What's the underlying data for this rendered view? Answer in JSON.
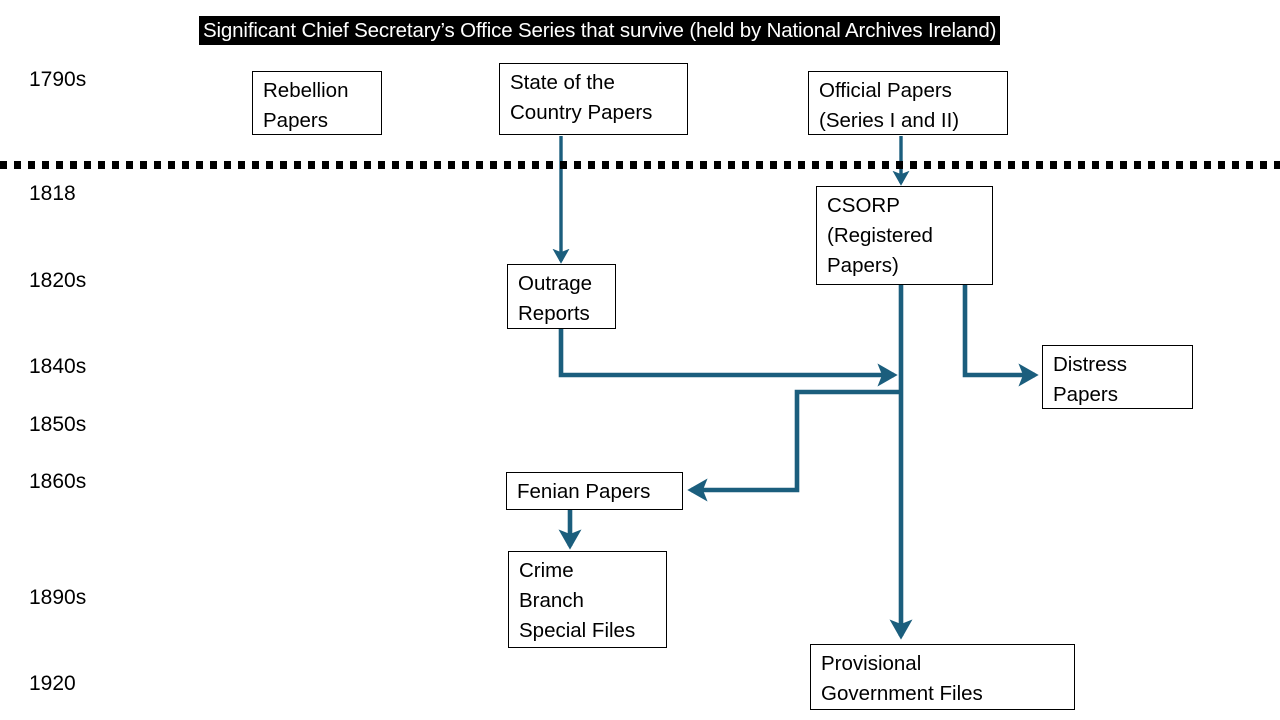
{
  "title": "Significant Chief Secretary’s Office Series that survive (held by National  Archives Ireland)",
  "colors": {
    "connector": "#1B5E7D",
    "box_border": "#000000",
    "text": "#000000",
    "title_background": "#000000",
    "title_text": "#FFFFFF",
    "divider": "#000000",
    "page_background": "#FFFFFF"
  },
  "timeline": {
    "label": "Timeline of decades",
    "marks": [
      {
        "label": "1790s"
      },
      {
        "label": "1818"
      },
      {
        "label": "1820s"
      },
      {
        "label": "1840s"
      },
      {
        "label": "1850s"
      },
      {
        "label": "1860s"
      },
      {
        "label": "1890s"
      },
      {
        "label": "1920"
      }
    ]
  },
  "divider": {
    "name": "dotted-divider-1818",
    "style": "dotted"
  },
  "nodes": [
    {
      "id": "rebellion-papers",
      "label": "Rebellion\nPapers"
    },
    {
      "id": "state-of-the-country",
      "label": "State of the\nCountry Papers"
    },
    {
      "id": "official-papers",
      "label": "Official Papers\n(Series I and II)"
    },
    {
      "id": "csorp",
      "label": "CSORP\n(Registered\nPapers)"
    },
    {
      "id": "outrage-reports",
      "label": "Outrage\nReports"
    },
    {
      "id": "distress-papers",
      "label": "Distress\nPapers"
    },
    {
      "id": "fenian-papers",
      "label": "Fenian Papers"
    },
    {
      "id": "crime-branch-special",
      "label": "Crime\nBranch\nSpecial Files"
    },
    {
      "id": "provisional-government",
      "label": "Provisional\nGovernment Files"
    }
  ],
  "connectors": [
    {
      "id": "state-to-outrage",
      "from": "state-of-the-country",
      "to": "outrage-reports"
    },
    {
      "id": "official-to-csorp",
      "from": "official-papers",
      "to": "csorp"
    },
    {
      "id": "outrage-to-csorp",
      "from": "outrage-reports",
      "to": "csorp"
    },
    {
      "id": "csorp-to-distress",
      "from": "csorp",
      "to": "distress-papers"
    },
    {
      "id": "csorp-to-fenian",
      "from": "csorp",
      "to": "fenian-papers"
    },
    {
      "id": "fenian-to-crime",
      "from": "fenian-papers",
      "to": "crime-branch-special"
    },
    {
      "id": "csorp-to-provisional",
      "from": "csorp",
      "to": "provisional-government"
    }
  ]
}
